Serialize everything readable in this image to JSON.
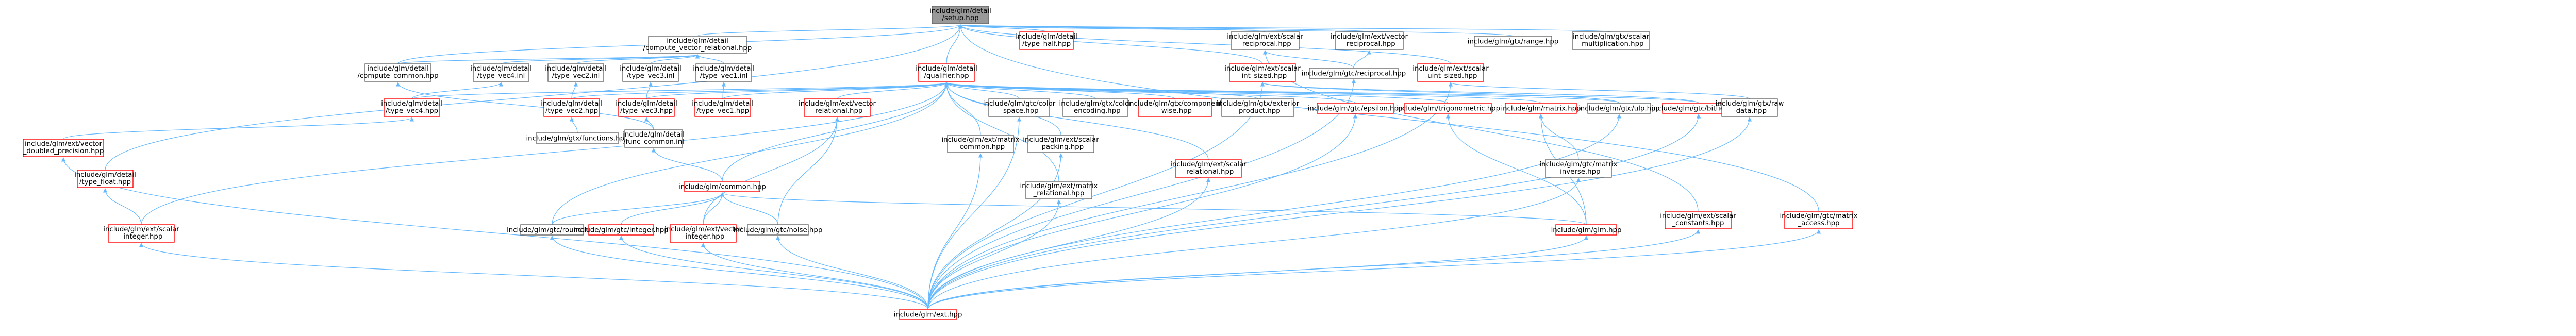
{
  "colors": {
    "edge": "#63b8ff",
    "arrow": "#63b8ff",
    "node_fill": "#ffffff",
    "node_border_default": "#666666",
    "node_border_red": "#ff0000",
    "root_fill": "#999999",
    "root_border": "#666666",
    "text": "#000000"
  },
  "nodes": [
    {
      "id": "setup",
      "lines": [
        "include/glm/detail",
        "/setup.hpp"
      ],
      "style": "root"
    },
    {
      "id": "cvr",
      "lines": [
        "include/glm/detail",
        "/compute_vector_relational.hpp"
      ],
      "style": "grey"
    },
    {
      "id": "thalf",
      "lines": [
        "include/glm/detail",
        "/type_half.hpp"
      ],
      "style": "red"
    },
    {
      "id": "srecip",
      "lines": [
        "include/glm/ext/scalar",
        "_reciprocal.hpp"
      ],
      "style": "grey"
    },
    {
      "id": "vrecip",
      "lines": [
        "include/glm/ext/vector",
        "_reciprocal.hpp"
      ],
      "style": "grey"
    },
    {
      "id": "range",
      "lines": [
        "include/glm/gtx/range.hpp"
      ],
      "style": "grey"
    },
    {
      "id": "rawdataX",
      "lines": [
        "include/glm/gtx/scalar",
        "_multiplication.hpp"
      ],
      "style": "grey"
    },
    {
      "id": "ccommon",
      "lines": [
        "include/glm/detail",
        "/compute_common.hpp"
      ],
      "style": "grey"
    },
    {
      "id": "tv4inl",
      "lines": [
        "include/glm/detail",
        "/type_vec4.inl"
      ],
      "style": "grey"
    },
    {
      "id": "tv2inl",
      "lines": [
        "include/glm/detail",
        "/type_vec2.inl"
      ],
      "style": "grey"
    },
    {
      "id": "tv3inl",
      "lines": [
        "include/glm/detail",
        "/type_vec3.inl"
      ],
      "style": "grey"
    },
    {
      "id": "tv1inl",
      "lines": [
        "include/glm/detail",
        "/type_vec1.inl"
      ],
      "style": "grey"
    },
    {
      "id": "qualifier",
      "lines": [
        "include/glm/detail",
        "/qualifier.hpp"
      ],
      "style": "red"
    },
    {
      "id": "sintsized",
      "lines": [
        "include/glm/ext/scalar",
        "_int_sized.hpp"
      ],
      "style": "red"
    },
    {
      "id": "grecip",
      "lines": [
        "include/glm/gtc/reciprocal.hpp"
      ],
      "style": "grey"
    },
    {
      "id": "suintsized",
      "lines": [
        "include/glm/ext/scalar",
        "_uint_sized.hpp"
      ],
      "style": "red"
    },
    {
      "id": "tv4",
      "lines": [
        "include/glm/detail",
        "/type_vec4.hpp"
      ],
      "style": "red"
    },
    {
      "id": "tv2",
      "lines": [
        "include/glm/detail",
        "/type_vec2.hpp"
      ],
      "style": "red"
    },
    {
      "id": "tv3",
      "lines": [
        "include/glm/detail",
        "/type_vec3.hpp"
      ],
      "style": "red"
    },
    {
      "id": "tv1",
      "lines": [
        "include/glm/detail",
        "/type_vec1.hpp"
      ],
      "style": "red"
    },
    {
      "id": "vrel",
      "lines": [
        "include/glm/ext/vector",
        "_relational.hpp"
      ],
      "style": "red"
    },
    {
      "id": "gcolor",
      "lines": [
        "include/glm/gtc/color",
        "_space.hpp"
      ],
      "style": "grey"
    },
    {
      "id": "xcolor",
      "lines": [
        "include/glm/gtx/color",
        "_encoding.hpp"
      ],
      "style": "grey"
    },
    {
      "id": "compwise",
      "lines": [
        "include/glm/gtx/component",
        "_wise.hpp"
      ],
      "style": "red"
    },
    {
      "id": "extprod",
      "lines": [
        "include/glm/gtx/exterior",
        "_product.hpp"
      ],
      "style": "grey"
    },
    {
      "id": "epsilon",
      "lines": [
        "include/glm/gtc/epsilon.hpp"
      ],
      "style": "red"
    },
    {
      "id": "trig",
      "lines": [
        "include/glm/trigonometric.hpp"
      ],
      "style": "red"
    },
    {
      "id": "matrix",
      "lines": [
        "include/glm/matrix.hpp"
      ],
      "style": "red"
    },
    {
      "id": "ulp",
      "lines": [
        "include/glm/gtc/ulp.hpp"
      ],
      "style": "grey"
    },
    {
      "id": "bitfield",
      "lines": [
        "include/glm/gtc/bitfield.hpp"
      ],
      "style": "red"
    },
    {
      "id": "rawdata",
      "lines": [
        "include/glm/gtx/raw",
        "_data.hpp"
      ],
      "style": "grey"
    },
    {
      "id": "vdouble",
      "lines": [
        "include/glm/ext/vector",
        "_doubled_precision.hpp"
      ],
      "style": "red"
    },
    {
      "id": "functions",
      "lines": [
        "include/glm/gtx/functions.hpp"
      ],
      "style": "grey"
    },
    {
      "id": "fcommon",
      "lines": [
        "include/glm/detail",
        "/func_common.inl"
      ],
      "style": "grey"
    },
    {
      "id": "mcommon",
      "lines": [
        "include/glm/ext/matrix",
        "_common.hpp"
      ],
      "style": "grey"
    },
    {
      "id": "spacking",
      "lines": [
        "include/glm/ext/scalar",
        "_packing.hpp"
      ],
      "style": "grey"
    },
    {
      "id": "srel",
      "lines": [
        "include/glm/ext/scalar",
        "_relational.hpp"
      ],
      "style": "red"
    },
    {
      "id": "minverse",
      "lines": [
        "include/glm/gtc/matrix",
        "_inverse.hpp"
      ],
      "style": "grey"
    },
    {
      "id": "sconst",
      "lines": [
        "include/glm/ext/scalar",
        "_constants.hpp"
      ],
      "style": "red"
    },
    {
      "id": "maccess",
      "lines": [
        "include/glm/gtc/matrix",
        "_access.hpp"
      ],
      "style": "red"
    },
    {
      "id": "tfloat",
      "lines": [
        "include/glm/detail",
        "/type_float.hpp"
      ],
      "style": "red"
    },
    {
      "id": "common",
      "lines": [
        "include/glm/common.hpp"
      ],
      "style": "red"
    },
    {
      "id": "mrel",
      "lines": [
        "include/glm/ext/matrix",
        "_relational.hpp"
      ],
      "style": "grey"
    },
    {
      "id": "glmhpp",
      "lines": [
        "include/glm/glm.hpp"
      ],
      "style": "red"
    },
    {
      "id": "sinteger",
      "lines": [
        "include/glm/ext/scalar",
        "_integer.hpp"
      ],
      "style": "red"
    },
    {
      "id": "round",
      "lines": [
        "include/glm/gtc/round.hpp"
      ],
      "style": "grey"
    },
    {
      "id": "ginteger",
      "lines": [
        "include/glm/gtc/integer.hpp"
      ],
      "style": "red"
    },
    {
      "id": "vinteger",
      "lines": [
        "include/glm/ext/vector",
        "_integer.hpp"
      ],
      "style": "red"
    },
    {
      "id": "noise",
      "lines": [
        "include/glm/gtc/noise.hpp"
      ],
      "style": "grey"
    },
    {
      "id": "ext",
      "lines": [
        "include/glm/ext.hpp"
      ],
      "style": "red"
    }
  ],
  "edges": [
    [
      "cvr",
      "setup"
    ],
    [
      "thalf",
      "setup"
    ],
    [
      "srecip",
      "setup"
    ],
    [
      "vrecip",
      "setup"
    ],
    [
      "range",
      "setup"
    ],
    [
      "rawdataX",
      "setup"
    ],
    [
      "ccommon",
      "setup"
    ],
    [
      "tv4inl",
      "cvr"
    ],
    [
      "tv2inl",
      "cvr"
    ],
    [
      "tv3inl",
      "cvr"
    ],
    [
      "tv1inl",
      "cvr"
    ],
    [
      "ccommon",
      "cvr"
    ],
    [
      "qualifier",
      "setup"
    ],
    [
      "sintsized",
      "setup"
    ],
    [
      "suintsized",
      "setup"
    ],
    [
      "grecip",
      "srecip"
    ],
    [
      "grecip",
      "vrecip"
    ],
    [
      "tv4",
      "tv4inl"
    ],
    [
      "tv2",
      "tv2inl"
    ],
    [
      "tv3",
      "tv3inl"
    ],
    [
      "tv1",
      "tv1inl"
    ],
    [
      "tv4",
      "qualifier"
    ],
    [
      "tv2",
      "qualifier"
    ],
    [
      "tv3",
      "qualifier"
    ],
    [
      "tv1",
      "qualifier"
    ],
    [
      "vrel",
      "qualifier"
    ],
    [
      "gcolor",
      "qualifier"
    ],
    [
      "xcolor",
      "qualifier"
    ],
    [
      "compwise",
      "qualifier"
    ],
    [
      "extprod",
      "qualifier"
    ],
    [
      "epsilon",
      "qualifier"
    ],
    [
      "trig",
      "qualifier"
    ],
    [
      "matrix",
      "qualifier"
    ],
    [
      "ulp",
      "qualifier"
    ],
    [
      "bitfield",
      "qualifier"
    ],
    [
      "rawdata",
      "suintsized"
    ],
    [
      "bitfield",
      "sintsized"
    ],
    [
      "ulp",
      "sintsized"
    ],
    [
      "vdouble",
      "tv4"
    ],
    [
      "functions",
      "tv2"
    ],
    [
      "fcommon",
      "tv3"
    ],
    [
      "fcommon",
      "ccommon"
    ],
    [
      "mcommon",
      "qualifier"
    ],
    [
      "spacking",
      "qualifier"
    ],
    [
      "srel",
      "qualifier"
    ],
    [
      "minverse",
      "matrix"
    ],
    [
      "sconst",
      "srecip"
    ],
    [
      "maccess",
      "setup"
    ],
    [
      "tfloat",
      "setup"
    ],
    [
      "common",
      "fcommon"
    ],
    [
      "mrel",
      "qualifier"
    ],
    [
      "glmhpp",
      "matrix"
    ],
    [
      "glmhpp",
      "trig"
    ],
    [
      "sinteger",
      "qualifier"
    ],
    [
      "round",
      "qualifier"
    ],
    [
      "ginteger",
      "common"
    ],
    [
      "vinteger",
      "vrel"
    ],
    [
      "noise",
      "vrel"
    ],
    [
      "ext",
      "vdouble"
    ],
    [
      "ext",
      "mcommon"
    ],
    [
      "ext",
      "spacking"
    ],
    [
      "ext",
      "srel"
    ],
    [
      "ext",
      "minverse"
    ],
    [
      "ext",
      "sconst"
    ],
    [
      "ext",
      "maccess"
    ],
    [
      "ext",
      "glmhpp"
    ],
    [
      "ext",
      "sinteger"
    ],
    [
      "ext",
      "round"
    ],
    [
      "ext",
      "ginteger"
    ],
    [
      "ext",
      "vinteger"
    ],
    [
      "ext",
      "noise"
    ],
    [
      "ext",
      "epsilon"
    ],
    [
      "ext",
      "mrel"
    ],
    [
      "ext",
      "ulp"
    ],
    [
      "ext",
      "bitfield"
    ],
    [
      "ext",
      "rawdata"
    ],
    [
      "ext",
      "grecip"
    ],
    [
      "ext",
      "gcolor"
    ],
    [
      "ext",
      "suintsized"
    ],
    [
      "ext",
      "sintsized"
    ],
    [
      "sinteger",
      "tfloat"
    ],
    [
      "glmhpp",
      "common"
    ],
    [
      "common",
      "qualifier"
    ],
    [
      "round",
      "common"
    ],
    [
      "noise",
      "common"
    ],
    [
      "vinteger",
      "common"
    ]
  ]
}
